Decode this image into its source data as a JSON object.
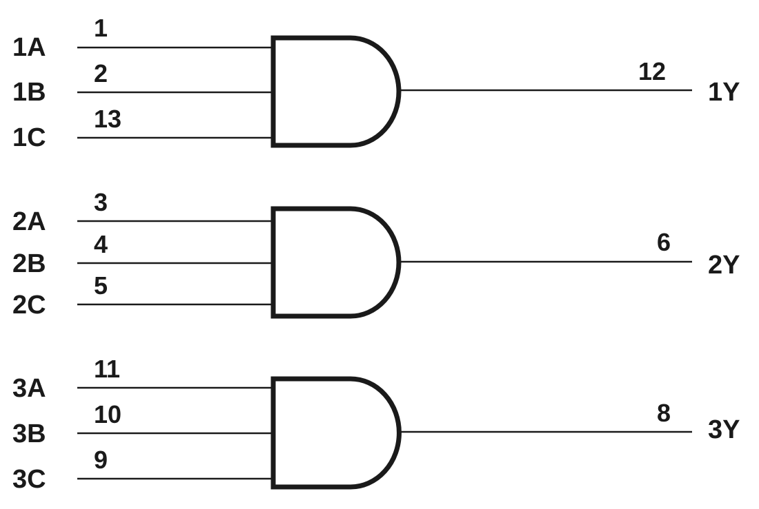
{
  "diagram": {
    "type": "logic-gate-diagram",
    "gate_type": "AND",
    "inputs_per_gate": 3,
    "colors": {
      "stroke": "#1a1a1a",
      "background": "#ffffff"
    },
    "gates": [
      {
        "name": "gate1",
        "inputs": [
          {
            "signal": "1A",
            "pin": "1"
          },
          {
            "signal": "1B",
            "pin": "2"
          },
          {
            "signal": "1C",
            "pin": "13"
          }
        ],
        "output": {
          "signal": "1Y",
          "pin": "12"
        }
      },
      {
        "name": "gate2",
        "inputs": [
          {
            "signal": "2A",
            "pin": "3"
          },
          {
            "signal": "2B",
            "pin": "4"
          },
          {
            "signal": "2C",
            "pin": "5"
          }
        ],
        "output": {
          "signal": "2Y",
          "pin": "6"
        }
      },
      {
        "name": "gate3",
        "inputs": [
          {
            "signal": "3A",
            "pin": "11"
          },
          {
            "signal": "3B",
            "pin": "10"
          },
          {
            "signal": "3C",
            "pin": "9"
          }
        ],
        "output": {
          "signal": "3Y",
          "pin": "8"
        }
      }
    ]
  }
}
